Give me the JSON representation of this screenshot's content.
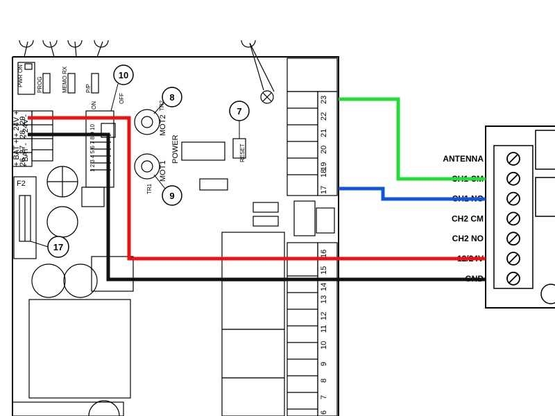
{
  "wire_colors": {
    "green": "#22dd33",
    "blue": "#1155dd",
    "red": "#ee1111",
    "black": "#111111"
  },
  "receiver_terminals": [
    "ANTENNA",
    "CH1 CM",
    "CH1 NO",
    "CH2 CM",
    "CH2 NO",
    "12/24V",
    "GND"
  ],
  "board": {
    "callouts": [
      "10",
      "8",
      "7",
      "9",
      "17"
    ],
    "labels": {
      "pwr_on": "PWR ON",
      "prog": "PROG",
      "memo_rx": "MEMO RX",
      "pp": "P/P",
      "power": "POWER",
      "mot1": "MOT1",
      "mot2": "MOT2",
      "tr1": "TR1",
      "tr2": "TR2",
      "reset": "RESET",
      "on": "ON",
      "off": "OFF",
      "f2": "F2",
      "plus_24v": "+ 24V +",
      "minus_24v": "- 24V -",
      "plus_bat": "+ BAT +",
      "minus_bat": "- BAT -",
      "dip_numbers": "1 2 3 4 5 6 7 8 9 10"
    },
    "terminal_numbers": [
      "29",
      "28",
      "27",
      "26",
      "23",
      "22",
      "21",
      "20",
      "19",
      "18",
      "17",
      "16",
      "15",
      "14",
      "13",
      "12",
      "11",
      "10",
      "9",
      "8",
      "7",
      "6"
    ]
  }
}
